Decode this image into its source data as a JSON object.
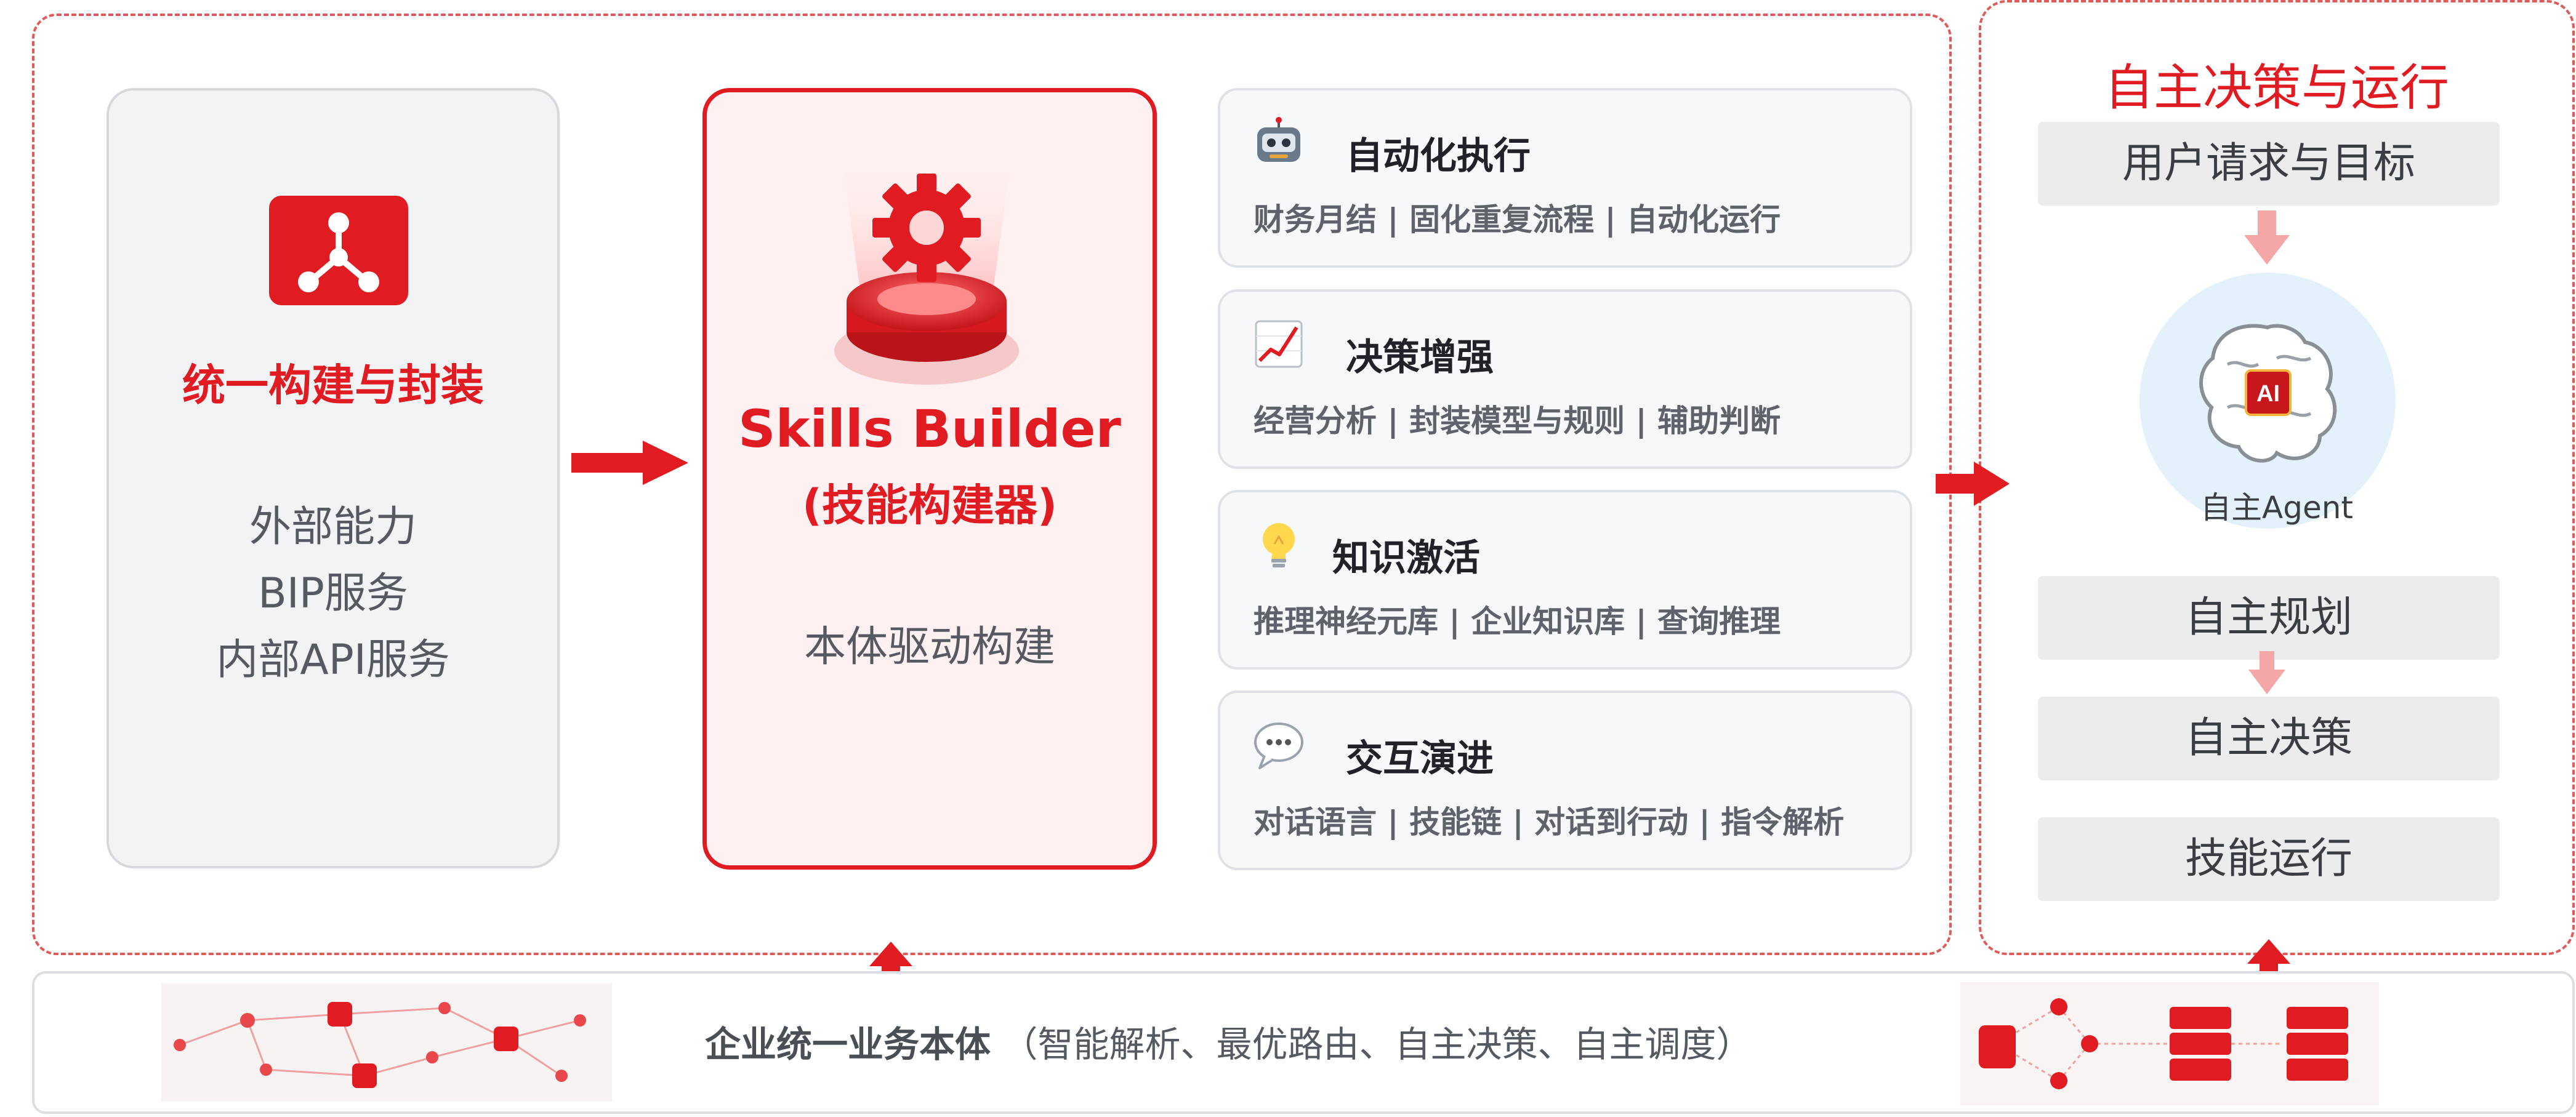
{
  "colors": {
    "accent": "#e11b22",
    "text_gray": "#555a62",
    "card_bg": "#f7f8fa",
    "step_bg": "#ececec",
    "agent_bg": "#e3f1fb"
  },
  "left_panel": {
    "title": "统一构建与封装",
    "items": [
      "外部能力",
      "BIP服务",
      "内部API服务"
    ],
    "icon": "network-nodes-icon"
  },
  "builder": {
    "title": "Skills Builder",
    "subtitle": "(技能构建器)",
    "desc": "本体驱动构建",
    "icon": "gear-podium-icon"
  },
  "capabilities": [
    {
      "icon": "robot-icon",
      "title": "自动化执行",
      "desc": "财务月结 | 固化重复流程 | 自动化运行"
    },
    {
      "icon": "chart-trend-icon",
      "title": "决策增强",
      "desc": "经营分析 | 封装模型与规则 | 辅助判断"
    },
    {
      "icon": "lightbulb-icon",
      "title": "知识激活",
      "desc": "推理神经元库 | 企业知识库 | 查询推理"
    },
    {
      "icon": "speech-bubble-icon",
      "title": "交互演进",
      "desc": "对话语言 | 技能链 | 对话到行动 | 指令解析"
    }
  ],
  "right_panel": {
    "title": "自主决策与运行",
    "request": "用户请求与目标",
    "agent_label": "自主Agent",
    "agent_badge": "AI",
    "steps": [
      "自主规划",
      "自主决策",
      "技能运行"
    ]
  },
  "bottom": {
    "main": "企业统一业务本体",
    "detail": "（智能解析、最优路由、自主决策、自主调度）"
  }
}
